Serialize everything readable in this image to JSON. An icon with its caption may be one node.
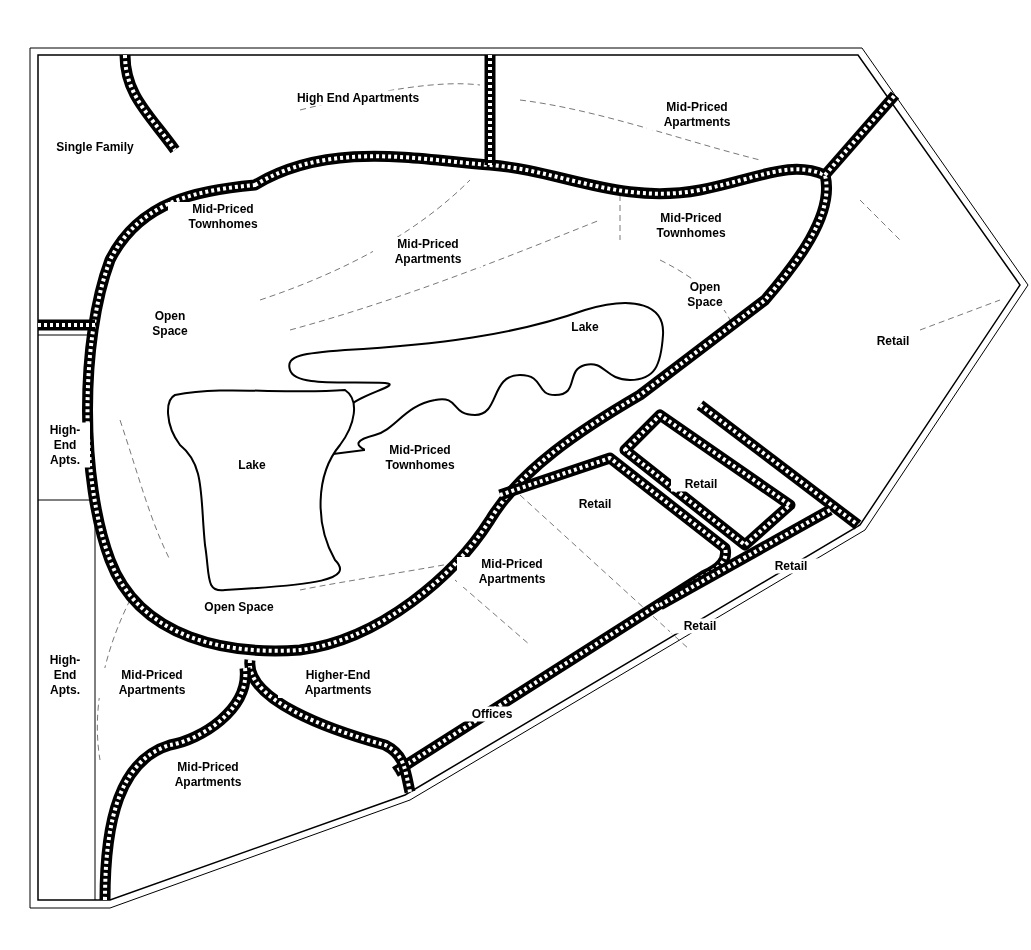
{
  "diagram": {
    "nodes": [
      {
        "text": [
          "Lake"
        ]
      },
      {
        "text": [
          "Lake"
        ]
      }
    ],
    "labels": [
      "High End Apartments",
      "Mid-Priced Apartments",
      "Single Family",
      "Mid-Priced Townhomes",
      "Mid-Priced Townhomes",
      "Mid-Priced Apartments",
      "Open Space",
      "Open Space",
      "Retail",
      "High-End Apts.",
      "Mid-Priced Townhomes",
      "Retail",
      "Retail",
      "Mid-Priced Apartments",
      "Retail",
      "Open Space",
      "Retail",
      "High-End Apts.",
      "Mid-Priced Apartments",
      "Higher-End Apartments",
      "Offices",
      "Mid-Priced Apartments"
    ]
  }
}
